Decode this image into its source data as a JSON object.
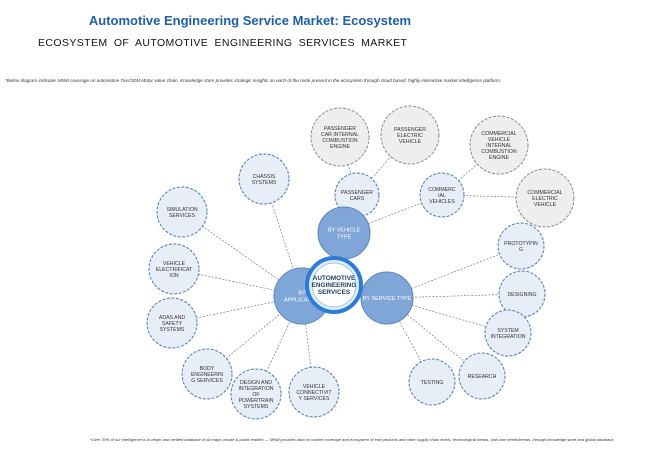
{
  "header": {
    "title": "Automotive Engineering Service Market: Ecosystem",
    "subtitle": "ECOSYSTEM OF AUTOMOTIVE ENGINEERING SERVICES MARKET"
  },
  "note": "*Below diagram indicates MNM coverage on automotive Tier/OEM Motor value chain. Knowledge store provides strategic insights on each of the node present in the ecosystem through cloud based, highly interactive market intelligence platform.",
  "footnote": "*Over 70% of our intelligence is in-depth and verified database of all major private & public entities — MNM provides data on market coverage and ecosystem of end products and other supply chain levels, technological trends, and user needs/trends, through knowledge store and global database.",
  "diagram": {
    "center": [
      "AUTOMOTIVE",
      "ENGINEERING",
      "SERVICES"
    ],
    "hubs": {
      "vehicle": [
        "BY VEHICLE",
        "TYPE"
      ],
      "application": [
        "BY",
        "APPLICATION"
      ],
      "service": [
        "BY SERVICE TYPE"
      ]
    },
    "vehicle_nodes": [
      [
        "PASSENGER",
        "CARS"
      ],
      [
        "COMMERC",
        "IAL",
        "VEHICLES"
      ]
    ],
    "vehicle_leaves": [
      [
        "PASSENGER",
        "CAR INTERNAL",
        "COMBUSTION",
        "ENGINE"
      ],
      [
        "PASSENGER",
        "ELECTRIC",
        "VEHICLE"
      ],
      [
        "COMMERCIAL",
        "VEHICLE",
        "INTERNAL",
        "COMBUSTION",
        "ENGINE"
      ],
      [
        "COMMERCIAL",
        "ELECTRIC",
        "VEHICLE"
      ]
    ],
    "application_nodes": [
      [
        "CHASSIS",
        "SYSTEMS"
      ],
      [
        "SIMULATION",
        "SERVICES"
      ],
      [
        "VEHICLE",
        "ELECTRIFICAT",
        "ION"
      ],
      [
        "ADAS AND",
        "SAFETY",
        "SYSTEMS"
      ],
      [
        "BODY",
        "ENGINEERIN",
        "G SERVICES"
      ],
      [
        "DESIGN AND",
        "INTEGRATION",
        "OF",
        "POWERTRAIN",
        "SYSTEMS"
      ],
      [
        "VEHICLE",
        "CONNECTIVIT",
        "Y SERVICES"
      ]
    ],
    "service_nodes": [
      [
        "PROTOTYPIN",
        "G"
      ],
      [
        "DESIGNING"
      ],
      [
        "SYSTEM",
        "INTEGRATION"
      ],
      [
        "RESEARCH"
      ],
      [
        "TESTING"
      ]
    ]
  },
  "colors": {
    "title": "#1f5fa8",
    "hub_fill": "#7fa6d6",
    "hub_stroke": "#5a86bf",
    "node_fill": "#e8eef8",
    "node_stroke": "#4e79b4",
    "leaf_fill": "#eeeeee",
    "leaf_stroke": "#8c8c8c",
    "connector": "#666666"
  }
}
